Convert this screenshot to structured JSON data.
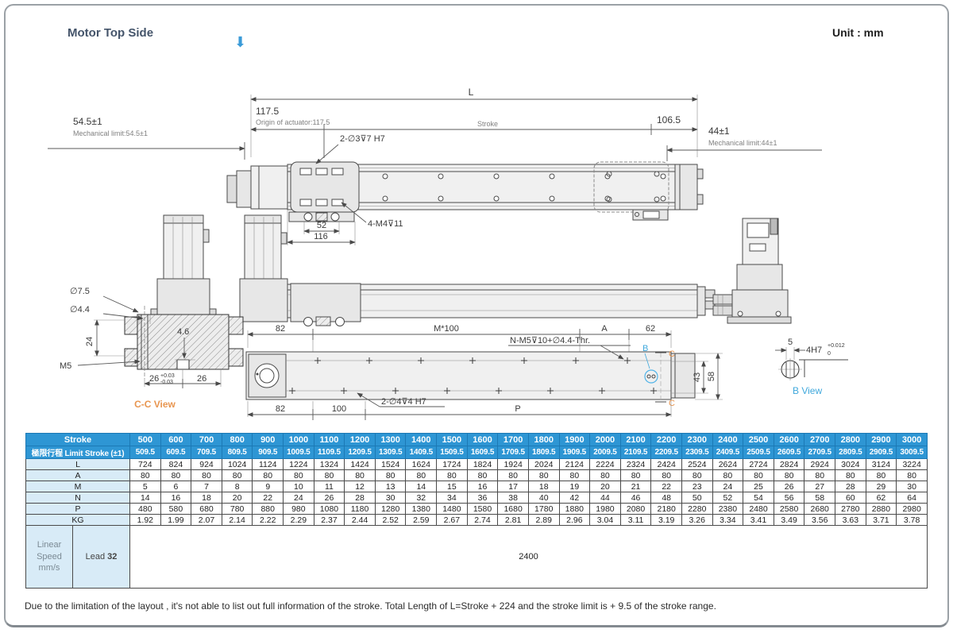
{
  "page": {
    "title": "Motor Top Side",
    "unit_label": "Unit : mm",
    "footnote": "Due to the limitation of the layout , it's not able to list out full information of the stroke. Total Length of L=Stroke + 224 and the stroke limit is + 9.5 of the stroke range."
  },
  "icons": {
    "down_arrow": "⬇"
  },
  "colors": {
    "header_blue": "#2E96D4",
    "label_cell_blue": "#D8EBF7",
    "accent_blue": "#3B9BD8",
    "view_label_blue": "#3FA8DC",
    "section_label_orange": "#E8954F"
  },
  "drawing": {
    "top": {
      "L": "L",
      "d117": "117.5",
      "origin": "Origin of actuator:117.5",
      "stroke": "Stroke",
      "d106": "106.5",
      "lim54": "54.5±1",
      "lim54_note": "Mechanical limit:54.5±1",
      "lim44": "44±1",
      "lim44_note": "Mechanical limit:44±1",
      "pin_callout": "2-∅3⊽7 H7",
      "thread_callout": "4-M4⊽11",
      "d52": "52",
      "d116": "116"
    },
    "cc": {
      "d75": "∅7.5",
      "d44": "∅4.4",
      "d24": "24",
      "m5": "M5",
      "d46": "4.6",
      "d26a": "26",
      "tol_plus": "+0.03",
      "tol_minus": "-0.03",
      "d26b": "26",
      "label": "C-C View"
    },
    "bottom": {
      "d82_top": "82",
      "m100": "M*100",
      "A": "A",
      "d62": "62",
      "thread_callout": "N-M5⊽10+∅4.4-Thr.",
      "B": "B",
      "C_top": "C",
      "C_bottom": "C",
      "d43": "43",
      "d58": "58",
      "d82_bottom": "82",
      "d100": "100",
      "pin_callout": "2-∅4⊽4 H7",
      "P": "P"
    },
    "bview": {
      "d5": "5",
      "d4h7": "4H7",
      "tol_upper": "+0.012",
      "tol_lower": "0",
      "label": "B View"
    }
  },
  "table": {
    "stroke_header": "Stroke",
    "strokes": [
      "500",
      "600",
      "700",
      "800",
      "900",
      "1000",
      "1100",
      "1200",
      "1300",
      "1400",
      "1500",
      "1600",
      "1700",
      "1800",
      "1900",
      "2000",
      "2100",
      "2200",
      "2300",
      "2400",
      "2500",
      "2600",
      "2700",
      "2800",
      "2900",
      "3000"
    ],
    "limit_label": "極限行程 Limit Stroke (±1)",
    "limit_values": [
      "509.5",
      "609.5",
      "709.5",
      "809.5",
      "909.5",
      "1009.5",
      "1109.5",
      "1209.5",
      "1309.5",
      "1409.5",
      "1509.5",
      "1609.5",
      "1709.5",
      "1809.5",
      "1909.5",
      "2009.5",
      "2109.5",
      "2209.5",
      "2309.5",
      "2409.5",
      "2509.5",
      "2609.5",
      "2709.5",
      "2809.5",
      "2909.5",
      "3009.5"
    ],
    "rows": [
      {
        "label": "L",
        "values": [
          "724",
          "824",
          "924",
          "1024",
          "1124",
          "1224",
          "1324",
          "1424",
          "1524",
          "1624",
          "1724",
          "1824",
          "1924",
          "2024",
          "2124",
          "2224",
          "2324",
          "2424",
          "2524",
          "2624",
          "2724",
          "2824",
          "2924",
          "3024",
          "3124",
          "3224"
        ]
      },
      {
        "label": "A",
        "values": [
          "80",
          "80",
          "80",
          "80",
          "80",
          "80",
          "80",
          "80",
          "80",
          "80",
          "80",
          "80",
          "80",
          "80",
          "80",
          "80",
          "80",
          "80",
          "80",
          "80",
          "80",
          "80",
          "80",
          "80",
          "80",
          "80"
        ]
      },
      {
        "label": "M",
        "values": [
          "5",
          "6",
          "7",
          "8",
          "9",
          "10",
          "11",
          "12",
          "13",
          "14",
          "15",
          "16",
          "17",
          "18",
          "19",
          "20",
          "21",
          "22",
          "23",
          "24",
          "25",
          "26",
          "27",
          "28",
          "29",
          "30"
        ]
      },
      {
        "label": "N",
        "values": [
          "14",
          "16",
          "18",
          "20",
          "22",
          "24",
          "26",
          "28",
          "30",
          "32",
          "34",
          "36",
          "38",
          "40",
          "42",
          "44",
          "46",
          "48",
          "50",
          "52",
          "54",
          "56",
          "58",
          "60",
          "62",
          "64"
        ]
      },
      {
        "label": "P",
        "values": [
          "480",
          "580",
          "680",
          "780",
          "880",
          "980",
          "1080",
          "1180",
          "1280",
          "1380",
          "1480",
          "1580",
          "1680",
          "1780",
          "1880",
          "1980",
          "2080",
          "2180",
          "2280",
          "2380",
          "2480",
          "2580",
          "2680",
          "2780",
          "2880",
          "2980"
        ]
      },
      {
        "label": "KG",
        "values": [
          "1.92",
          "1.99",
          "2.07",
          "2.14",
          "2.22",
          "2.29",
          "2.37",
          "2.44",
          "2.52",
          "2.59",
          "2.67",
          "2.74",
          "2.81",
          "2.89",
          "2.96",
          "3.04",
          "3.11",
          "3.19",
          "3.26",
          "3.34",
          "3.41",
          "3.49",
          "3.56",
          "3.63",
          "3.71",
          "3.78"
        ]
      }
    ],
    "speed": {
      "label": "Linear Speed mm/s",
      "lead_label": "Lead",
      "lead_value": "32",
      "value": "2400"
    }
  }
}
